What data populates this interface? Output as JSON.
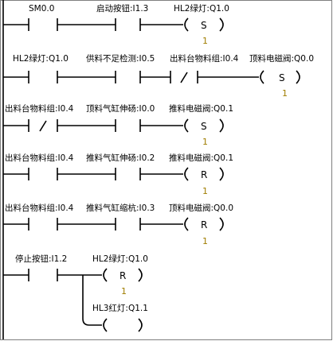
{
  "rungs": [
    {
      "contacts": [
        {
          "label": "SM0.0",
          "type": "NO"
        },
        {
          "label": "启动按钮:I1.3",
          "type": "NO"
        }
      ],
      "coils": [
        {
          "label": "HL2绿灯:Q1.0",
          "type": "S",
          "count": "1"
        }
      ]
    },
    {
      "contacts": [
        {
          "label": "HL2绿灯:Q1.0",
          "type": "NO"
        },
        {
          "label": "供料不足检测:I0.5",
          "type": "NO"
        },
        {
          "label": "出料台物料组:I0.4",
          "type": "NC"
        }
      ],
      "coils": [
        {
          "label": "顶料电磁阀:Q0.0",
          "type": "S",
          "count": "1"
        }
      ]
    },
    {
      "contacts": [
        {
          "label": "出料台物料组:I0.4",
          "type": "NC"
        },
        {
          "label": "顶料气缸伸砀:I0.0",
          "type": "NO"
        }
      ],
      "coils": [
        {
          "label": "推料电磁阀:Q0.1",
          "type": "S",
          "count": "1"
        }
      ]
    },
    {
      "contacts": [
        {
          "label": "出料台物料组:I0.4",
          "type": "NO"
        },
        {
          "label": "推料气缸伸砀:I0.2",
          "type": "NO"
        }
      ],
      "coils": [
        {
          "label": "推料电磁阀:Q0.1",
          "type": "R",
          "count": "1"
        }
      ]
    },
    {
      "contacts": [
        {
          "label": "出料台物料组:I0.4",
          "type": "NO"
        },
        {
          "label": "推料气缸缩杭:I0.3",
          "type": "NO"
        }
      ],
      "coils": [
        {
          "label": "顶料电磁阀:Q0.0",
          "type": "R",
          "count": "1"
        }
      ]
    },
    {
      "contacts": [
        {
          "label": "停止按钮:I1.2",
          "type": "NO"
        }
      ],
      "coils": [
        {
          "label": "HL2绿灯:Q1.0",
          "type": "R",
          "count": "1"
        },
        {
          "label": "HL3红灯:Q1.1",
          "type": "coil",
          "count": ""
        }
      ]
    }
  ]
}
